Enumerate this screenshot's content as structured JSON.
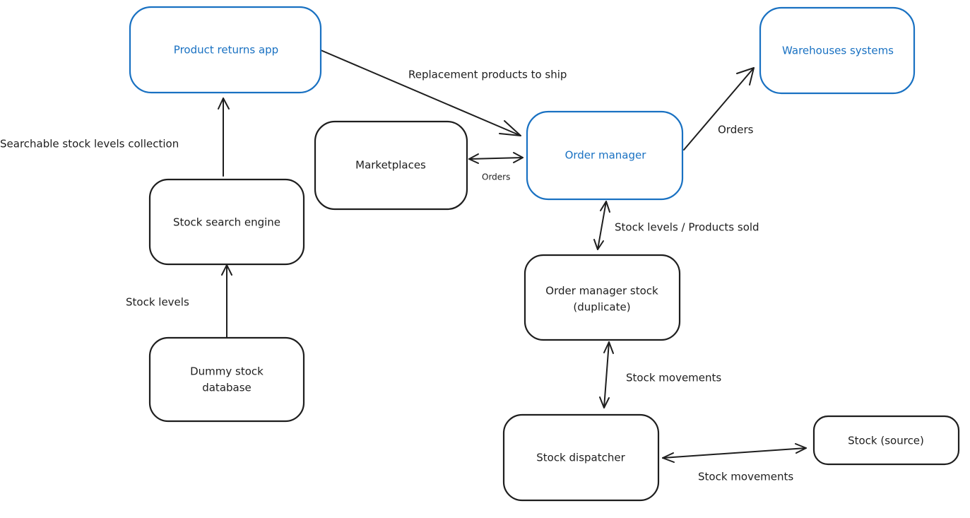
{
  "colors": {
    "stroke": "#1e1e1e",
    "accent": "#1971c2",
    "background": "#ffffff"
  },
  "nodes": {
    "product_returns_app": {
      "label": "Product returns app",
      "color": "blue"
    },
    "warehouses_systems": {
      "label": "Warehouses systems",
      "color": "blue"
    },
    "order_manager": {
      "label": "Order manager",
      "color": "blue"
    },
    "marketplaces": {
      "label": "Marketplaces",
      "color": "black"
    },
    "stock_search_engine": {
      "label": "Stock search engine",
      "color": "black"
    },
    "dummy_stock_database": {
      "label_lines": [
        "Dummy stock",
        "database"
      ],
      "color": "black"
    },
    "order_manager_stock": {
      "label_lines": [
        "Order manager stock",
        "(duplicate)"
      ],
      "color": "black"
    },
    "stock_dispatcher": {
      "label": "Stock dispatcher",
      "color": "black"
    },
    "stock_source": {
      "label": "Stock (source)",
      "color": "black"
    }
  },
  "edges": {
    "replacement_products": {
      "label": "Replacement products to ship",
      "from": "Product returns app",
      "to": "Order manager",
      "direction": "forward"
    },
    "orders_to_warehouses": {
      "label": "Orders",
      "from": "Order manager",
      "to": "Warehouses systems",
      "direction": "forward"
    },
    "orders_marketplaces": {
      "label": "Orders",
      "from": "Marketplaces",
      "to": "Order manager",
      "direction": "both"
    },
    "searchable_stock": {
      "label": "Searchable stock levels collection",
      "from": "Stock search engine",
      "to": "Product returns app",
      "direction": "forward"
    },
    "stock_levels": {
      "label": "Stock levels",
      "from": "Dummy stock database",
      "to": "Stock search engine",
      "direction": "forward"
    },
    "stock_levels_products_sold": {
      "label": "Stock levels / Products sold",
      "from": "Order manager",
      "to": "Order manager stock (duplicate)",
      "direction": "both"
    },
    "stock_movements_vertical": {
      "label": "Stock movements",
      "from": "Order manager stock (duplicate)",
      "to": "Stock dispatcher",
      "direction": "both"
    },
    "stock_movements_horizontal": {
      "label": "Stock movements",
      "from": "Stock dispatcher",
      "to": "Stock (source)",
      "direction": "both"
    }
  }
}
